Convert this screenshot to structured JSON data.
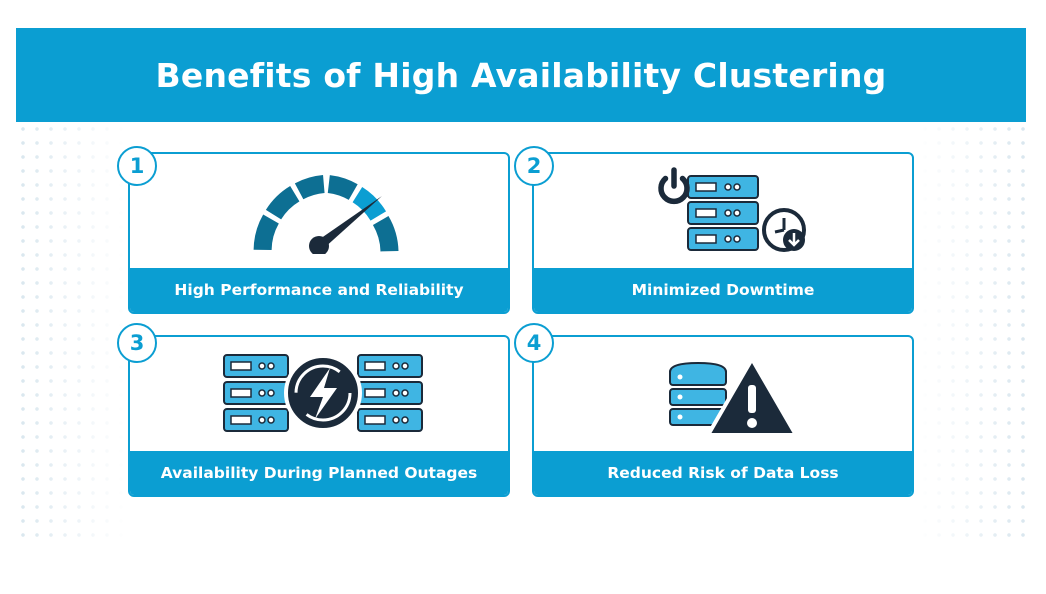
{
  "title": "Benefits of High Availability Clustering",
  "cards": [
    {
      "number": "1",
      "label": "High Performance and Reliability",
      "icon": "speedometer-icon"
    },
    {
      "number": "2",
      "label": "Minimized Downtime",
      "icon": "server-power-clock-icon"
    },
    {
      "number": "3",
      "label": "Availability During Planned Outages",
      "icon": "servers-lightning-icon"
    },
    {
      "number": "4",
      "label": "Reduced Risk of Data Loss",
      "icon": "storage-warning-icon"
    }
  ],
  "colors": {
    "accent": "#0b9ed2",
    "dark_teal": "#0d6f93",
    "navy": "#1b2a3a",
    "server_light": "#3fb5e3"
  }
}
